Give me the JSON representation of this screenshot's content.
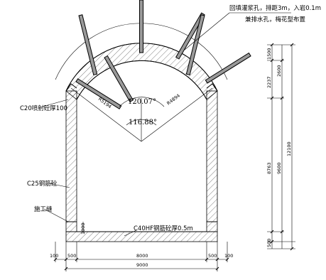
{
  "annotations": {
    "grout_holes": "回填灌浆孔，排距3m，入岩0.1m",
    "drain_holes": "兼排水孔，梅花型布置",
    "shotcrete": "C20喷射砼厚100",
    "rc_concrete": "C25钢筋砼",
    "construction_joint": "施工缝",
    "floor_concrete": "C40HF钢筋砼厚0.5m"
  },
  "angles": {
    "outer": "120.07°",
    "inner": "116.88°"
  },
  "radii": {
    "left": "R5194",
    "right": "R4894"
  },
  "dims_bottom": {
    "left_outer": "100",
    "left_wall": "500",
    "clear_width": "8000",
    "right_wall": "500",
    "right_outer": "100",
    "total": "9000"
  },
  "dims_right": {
    "arch_top": "1500",
    "arch_rise": "2237",
    "arch_height": "2600",
    "wall_height": "8763",
    "clear_height": "9600",
    "total_height": "12100",
    "floor": "500"
  },
  "dims_inner": {
    "joint_height": "1000"
  }
}
